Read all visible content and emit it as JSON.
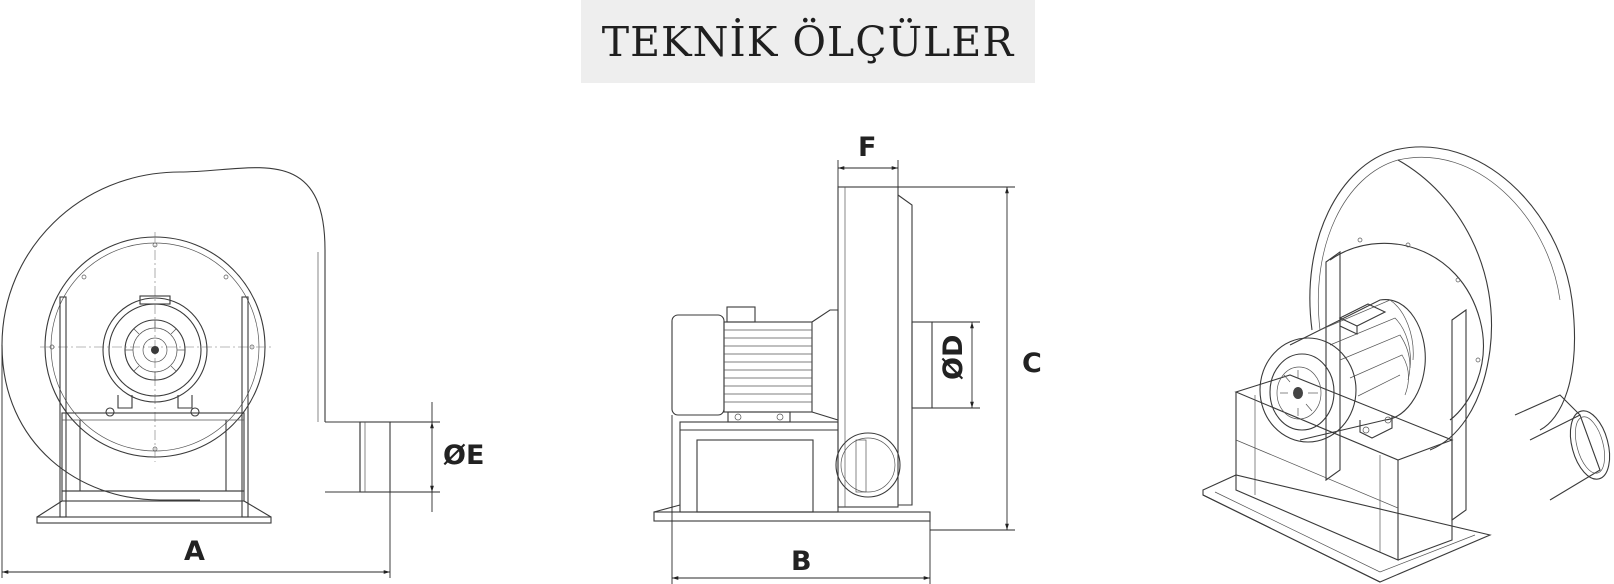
{
  "title": "TEKNİK ÖLÇÜLER",
  "dimensions": {
    "A": "A",
    "B": "B",
    "C": "C",
    "D": "ØD",
    "E": "ØE",
    "F": "F"
  }
}
